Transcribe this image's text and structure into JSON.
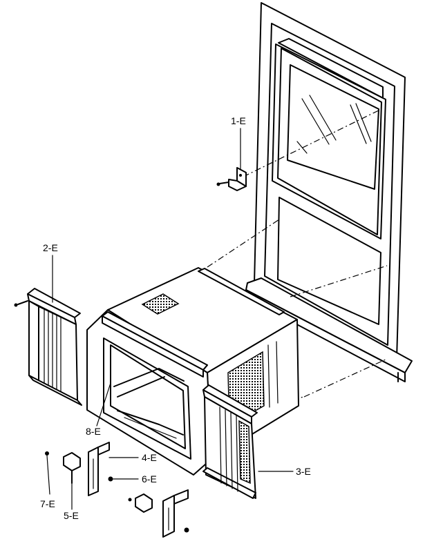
{
  "diagram": {
    "parts": [
      {
        "id": "part-1e",
        "label": "1-E"
      },
      {
        "id": "part-2e",
        "label": "2-E"
      },
      {
        "id": "part-3e",
        "label": "3-E"
      },
      {
        "id": "part-4e",
        "label": "4-E"
      },
      {
        "id": "part-5e",
        "label": "5-E"
      },
      {
        "id": "part-6e",
        "label": "6-E"
      },
      {
        "id": "part-7e",
        "label": "7-E"
      },
      {
        "id": "part-8e",
        "label": "8-E"
      }
    ]
  }
}
